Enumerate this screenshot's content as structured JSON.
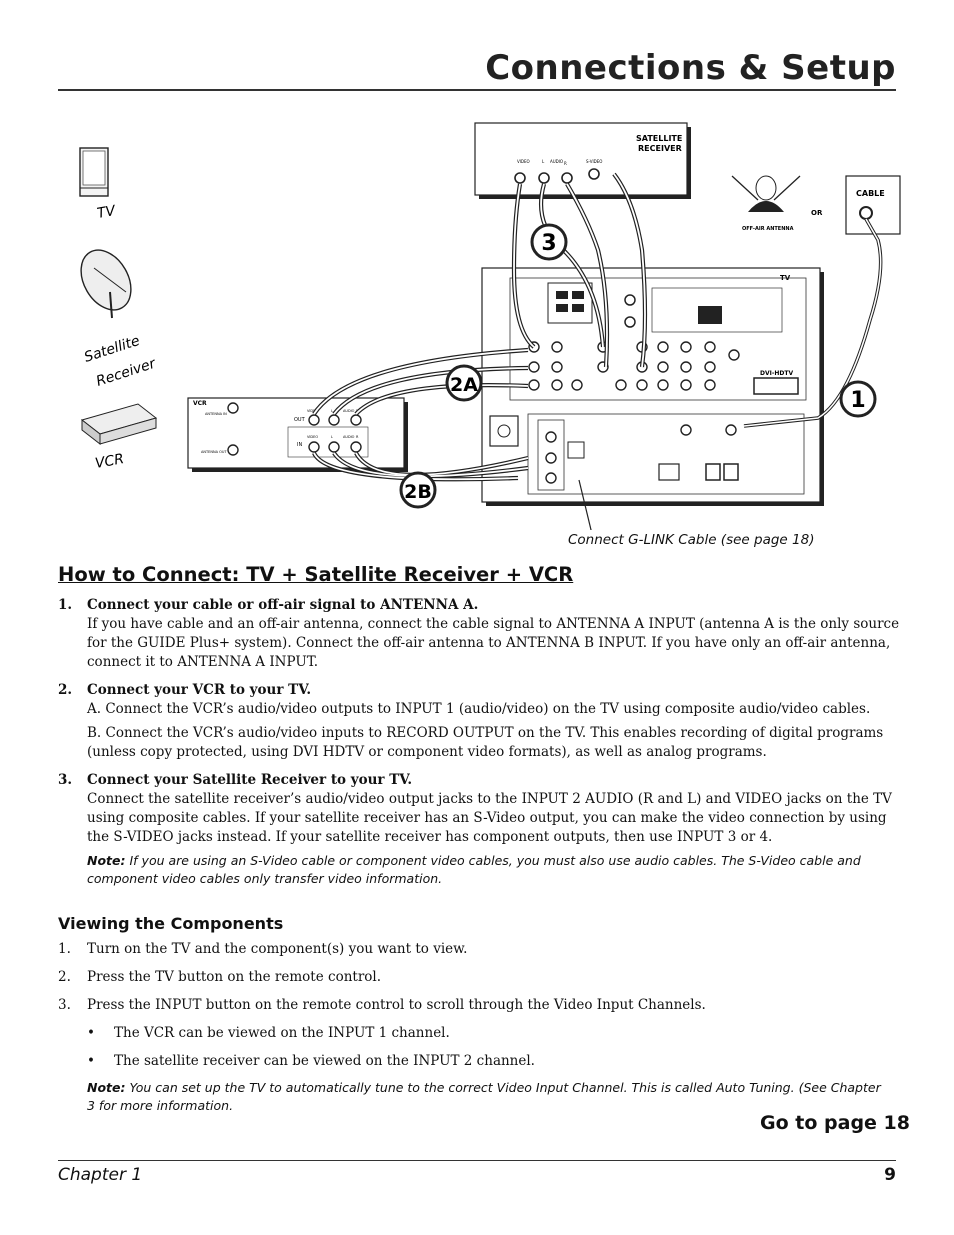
{
  "header": {
    "title": "Connections & Setup"
  },
  "diagram": {
    "left_labels": {
      "tv": "TV",
      "satellite_line1": "Satellite",
      "satellite_line2": "Receiver",
      "vcr": "VCR"
    },
    "satellite_box": {
      "title_line1": "SATELLITE",
      "title_line2": "RECEIVER",
      "video": "VIDEO",
      "l": "L",
      "audio": "AUDIO",
      "r": "R",
      "svideo": "S-VIDEO"
    },
    "antenna_label": "OFF-AIR ANTENNA",
    "or_label": "OR",
    "cable_label": "CABLE",
    "tv_panel_label": "TV",
    "dvi_label": "DVI-HDTV",
    "vcr_box": {
      "title": "VCR",
      "antenna_in": "ANTENNA IN",
      "antenna_out": "ANTENNA OUT",
      "out": "OUT",
      "in": "IN",
      "video": "VIDEO",
      "l": "L",
      "audio": "AUDIO",
      "r": "R"
    },
    "callouts": {
      "c1": "1",
      "c2a": "2A",
      "c2b": "2B",
      "c3": "3"
    }
  },
  "caption": "Connect G-LINK Cable (see page 18)",
  "section_title": "How to Connect: TV + Satellite Receiver + VCR",
  "steps": [
    {
      "num": "1.",
      "head": "Connect your cable or off-air signal to ANTENNA A.",
      "paragraphs": [
        "If you have cable and an off-air antenna, connect the cable signal to ANTENNA A INPUT (antenna A is the only source for the GUIDE Plus+ system). Connect the off-air antenna to ANTENNA B INPUT. If you have only an off-air antenna, connect it to ANTENNA A INPUT."
      ]
    },
    {
      "num": "2.",
      "head": "Connect your VCR to your TV.",
      "paragraphs": [
        "A. Connect the VCR’s audio/video outputs to INPUT 1 (audio/video) on the TV using composite audio/video cables.",
        "B. Connect the VCR’s audio/video inputs to RECORD OUTPUT on the TV. This enables recording of digital programs (unless copy protected, using DVI HDTV or component video formats), as well as analog programs."
      ]
    },
    {
      "num": "3.",
      "head": "Connect your Satellite Receiver to your TV.",
      "paragraphs": [
        "Connect the satellite receiver’s audio/video output jacks to the INPUT 2 AUDIO (R and L) and VIDEO jacks on the TV using composite cables. If your satellite receiver has an S-Video output, you can make the video connection by using the S-VIDEO jacks instead. If your satellite receiver has component outputs, then use INPUT 3 or 4."
      ]
    }
  ],
  "note1": {
    "label": "Note:",
    "text": " If you are using an S-Video cable or component video cables, you must also use audio cables. The S-Video cable and component video cables only transfer video information."
  },
  "viewing": {
    "title": "Viewing the Components",
    "items": [
      {
        "num": "1.",
        "text": "Turn on the TV and the component(s) you want to view."
      },
      {
        "num": "2.",
        "text": "Press the TV button on the remote control."
      },
      {
        "num": "3.",
        "text": "Press the INPUT button on the remote control to scroll through the Video Input Channels."
      }
    ],
    "bullets": [
      "The VCR can be viewed on the INPUT 1 channel.",
      "The satellite receiver can be viewed on the INPUT 2 channel."
    ]
  },
  "note2": {
    "label": "Note:",
    "text": " You can set up the TV to automatically tune to the correct Video Input Channel. This is called Auto Tuning. (See Chapter 3 for more information."
  },
  "goto": "Go to page 18",
  "footer": {
    "chapter": "Chapter 1",
    "page": "9"
  }
}
